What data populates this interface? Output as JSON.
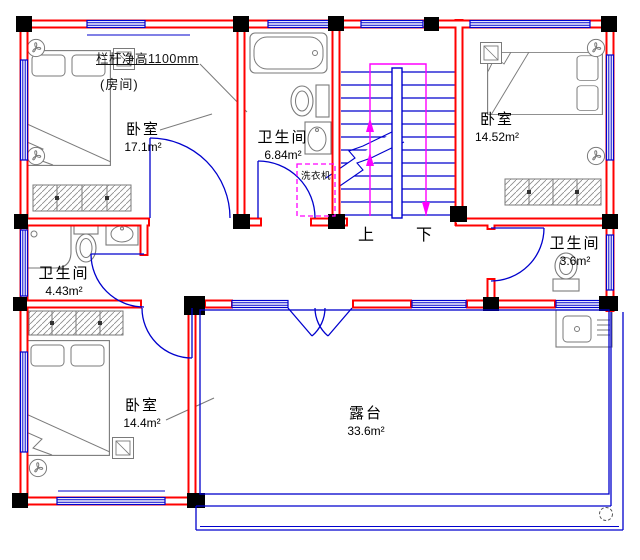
{
  "annotations": {
    "railing_note": "栏杆净高1100mm",
    "railing_note_sub": "(房间)",
    "washing_machine": "洗衣机",
    "stair_up": "上",
    "stair_down": "下"
  },
  "rooms": {
    "bedroom_top_left": {
      "name": "卧室",
      "area": "17.1m²"
    },
    "bath_middle": {
      "name": "卫生间",
      "area": "6.84m²"
    },
    "bedroom_top_right": {
      "name": "卧室",
      "area": "14.52m²"
    },
    "bath_right": {
      "name": "卫生间",
      "area": "3.6m²"
    },
    "bath_left": {
      "name": "卫生间",
      "area": "4.43m²"
    },
    "bedroom_bottom_left": {
      "name": "卧室",
      "area": "14.4m²"
    },
    "terrace": {
      "name": "露台",
      "area": "33.6m²"
    }
  },
  "colors": {
    "wall": "#ff0000",
    "window": "#0000cd",
    "door": "#0000cd",
    "stair": "#0000cd",
    "guide": "#ff00ff",
    "column": "#000000",
    "furniture": "#7a7a7a"
  }
}
